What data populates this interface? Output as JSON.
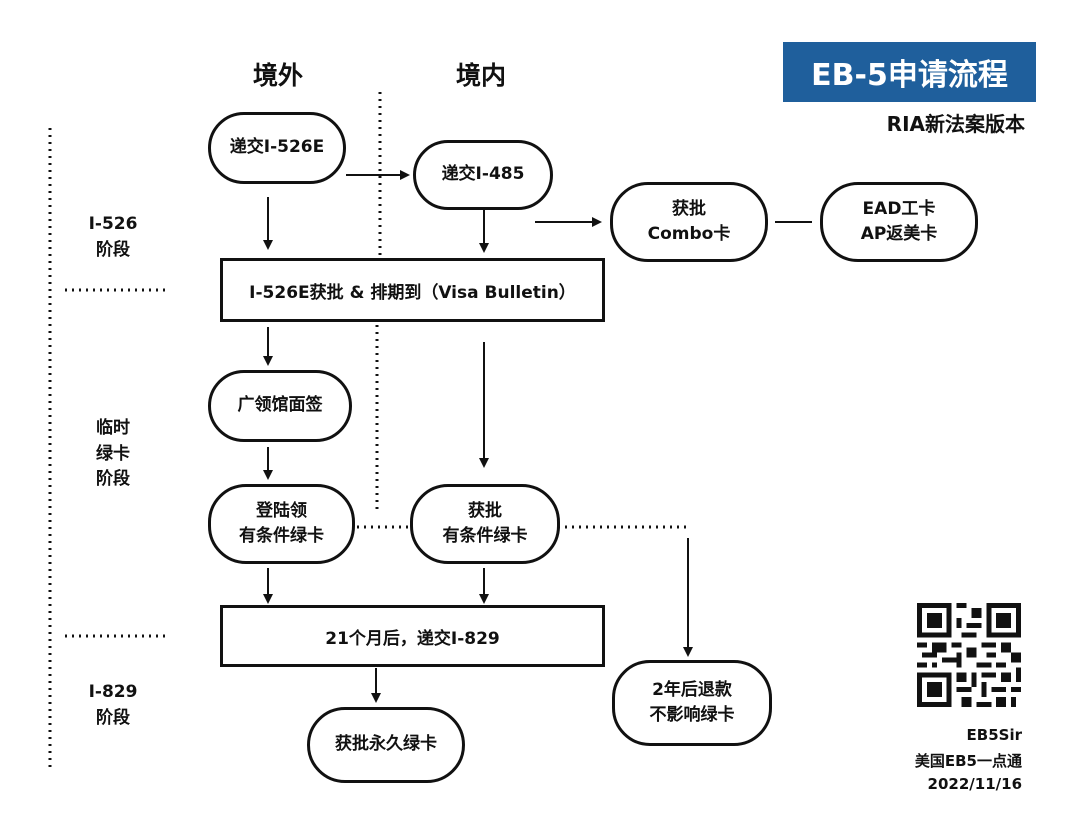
{
  "title": "EB-5申请流程",
  "subtitle": "RIA新法案版本",
  "columns": {
    "abroad": "境外",
    "domestic": "境内"
  },
  "stages": {
    "i526": [
      "I-526",
      "阶段"
    ],
    "temporary": [
      "临时",
      "绿卡",
      "阶段"
    ],
    "i829": [
      "I-829",
      "阶段"
    ]
  },
  "nodes": {
    "submit_i526e": "递交I-526E",
    "submit_i485": "递交I-485",
    "combo_card": [
      "获批",
      "Combo卡"
    ],
    "ead_ap": [
      "EAD工卡",
      "AP返美卡"
    ],
    "approval_bulletin": "I-526E获批 & 排期到（Visa Bulletin）",
    "consulate_interview": "广领馆面签",
    "land_green_card": [
      "登陆领",
      "有条件绿卡"
    ],
    "approved_green_card": [
      "获批",
      "有条件绿卡"
    ],
    "submit_i829": "21个月后，递交I-829",
    "refund": [
      "2年后退款",
      "不影响绿卡"
    ],
    "permanent_card": "获批永久绿卡"
  },
  "credits": {
    "name": "EB5Sir",
    "tagline": "美国EB5一点通",
    "date": "2022/11/16"
  },
  "colors": {
    "title_bg": "#1f5f9c",
    "title_text": "#ffffff",
    "line": "#111111"
  },
  "icons": [
    "qr-code-icon"
  ]
}
